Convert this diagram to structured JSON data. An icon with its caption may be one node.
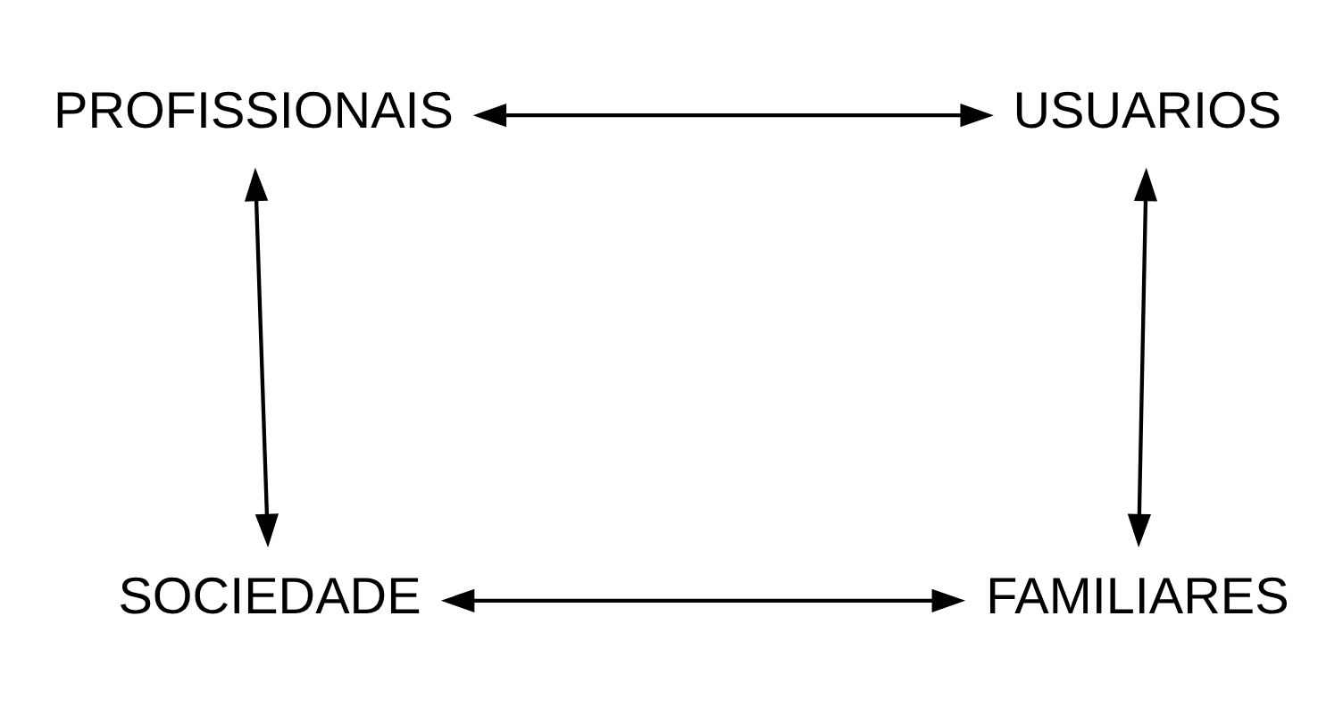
{
  "diagram": {
    "nodes": [
      {
        "text": [
          "PROFISSIONAIS"
        ]
      },
      {
        "text": [
          "USUARIOS"
        ]
      },
      {
        "text": [
          "SOCIEDADE"
        ]
      },
      {
        "text": [
          "FAMILIARES"
        ]
      }
    ],
    "edges": [
      {
        "from": 0,
        "to": 1,
        "arrow": "both"
      },
      {
        "from": 0,
        "to": 2,
        "arrow": "both"
      },
      {
        "from": 1,
        "to": 3,
        "arrow": "both"
      },
      {
        "from": 2,
        "to": 3,
        "arrow": "both"
      }
    ]
  }
}
